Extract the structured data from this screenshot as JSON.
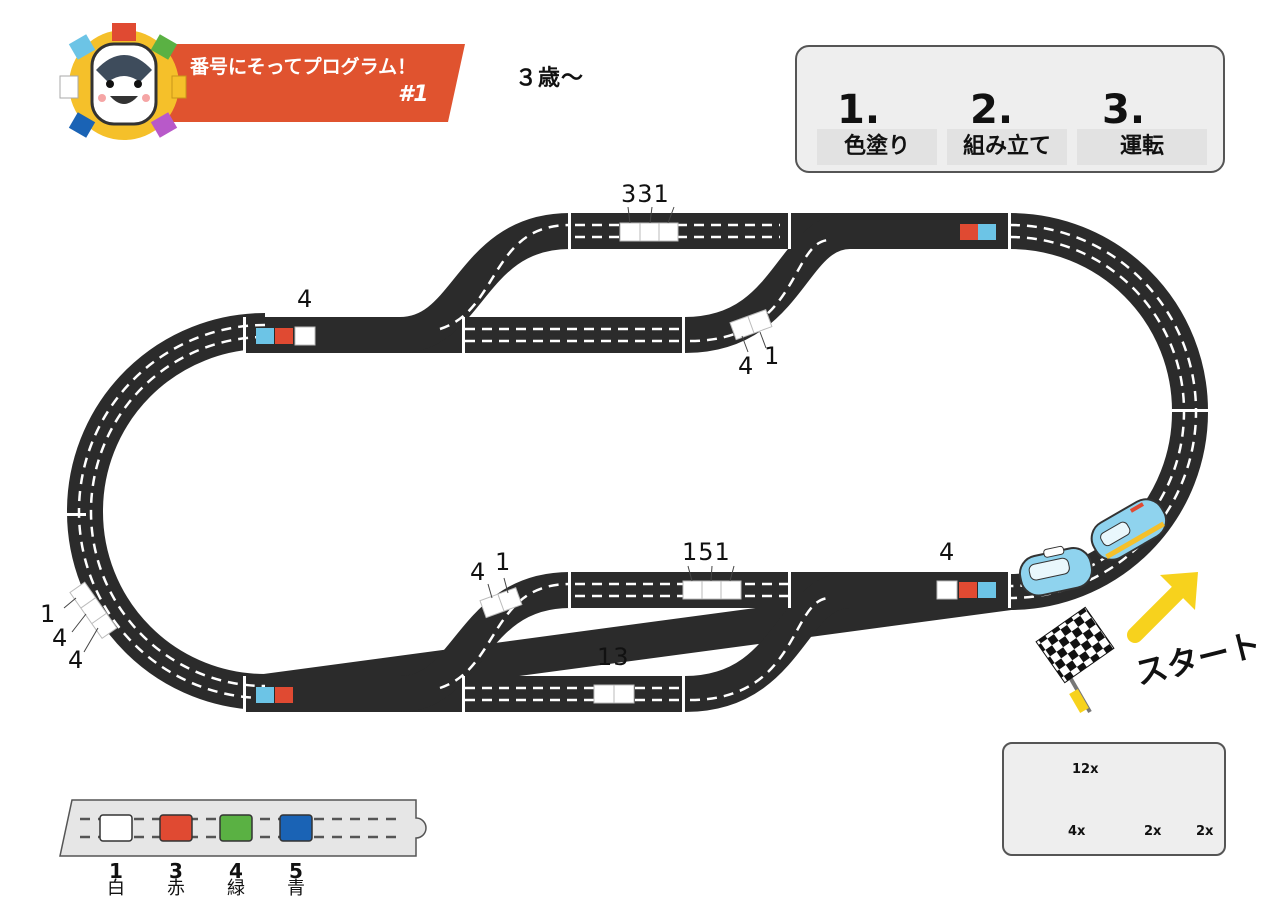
{
  "header": {
    "title": "番号にそってプログラム！",
    "program_number": "#1",
    "age": "３歳〜"
  },
  "steps": [
    {
      "number": "1.",
      "label": "色塗り",
      "icon": "marker-icon"
    },
    {
      "number": "2.",
      "label": "組み立て",
      "icon": "track-pieces-icon"
    },
    {
      "number": "3.",
      "label": "運転",
      "icon": "train-flag-icon"
    }
  ],
  "track": {
    "codes": [
      {
        "text": "331",
        "name": "code-top-331"
      },
      {
        "text": "4",
        "name": "code-left-4"
      },
      {
        "text": "4",
        "name": "code-upper-switch-4"
      },
      {
        "text": "1",
        "name": "code-upper-switch-1"
      },
      {
        "text": "1",
        "name": "code-left-curve-1"
      },
      {
        "text": "4",
        "name": "code-left-curve-4a"
      },
      {
        "text": "4",
        "name": "code-left-curve-4b"
      },
      {
        "text": "4",
        "name": "code-lower-switch-4"
      },
      {
        "text": "1",
        "name": "code-lower-switch-1"
      },
      {
        "text": "151",
        "name": "code-bottom-151"
      },
      {
        "text": "4",
        "name": "code-bottom-right-4"
      },
      {
        "text": "13",
        "name": "code-bottom-13"
      }
    ],
    "start_label": "スタート"
  },
  "legend": [
    {
      "number": "1",
      "name": "白",
      "color": "#ffffff"
    },
    {
      "number": "3",
      "name": "赤",
      "color": "#e04a32"
    },
    {
      "number": "4",
      "name": "緑",
      "color": "#5ab143"
    },
    {
      "number": "5",
      "name": "青",
      "color": "#1a63b5"
    }
  ],
  "parts": [
    {
      "count": "12x",
      "icon": "curve-track-icon"
    },
    {
      "count": "4x",
      "icon": "straight-track-icon"
    },
    {
      "count": "2x",
      "icon": "left-switch-icon"
    },
    {
      "count": "2x",
      "icon": "right-switch-icon"
    }
  ],
  "colors": {
    "track": "#2b2b2b",
    "banner": "#e0532f",
    "mascot_ring": "#f5c02a",
    "arrow": "#f7d21d",
    "train": "#8fd3ee",
    "code_red": "#e04a32",
    "code_blue": "#6cc4e6"
  }
}
